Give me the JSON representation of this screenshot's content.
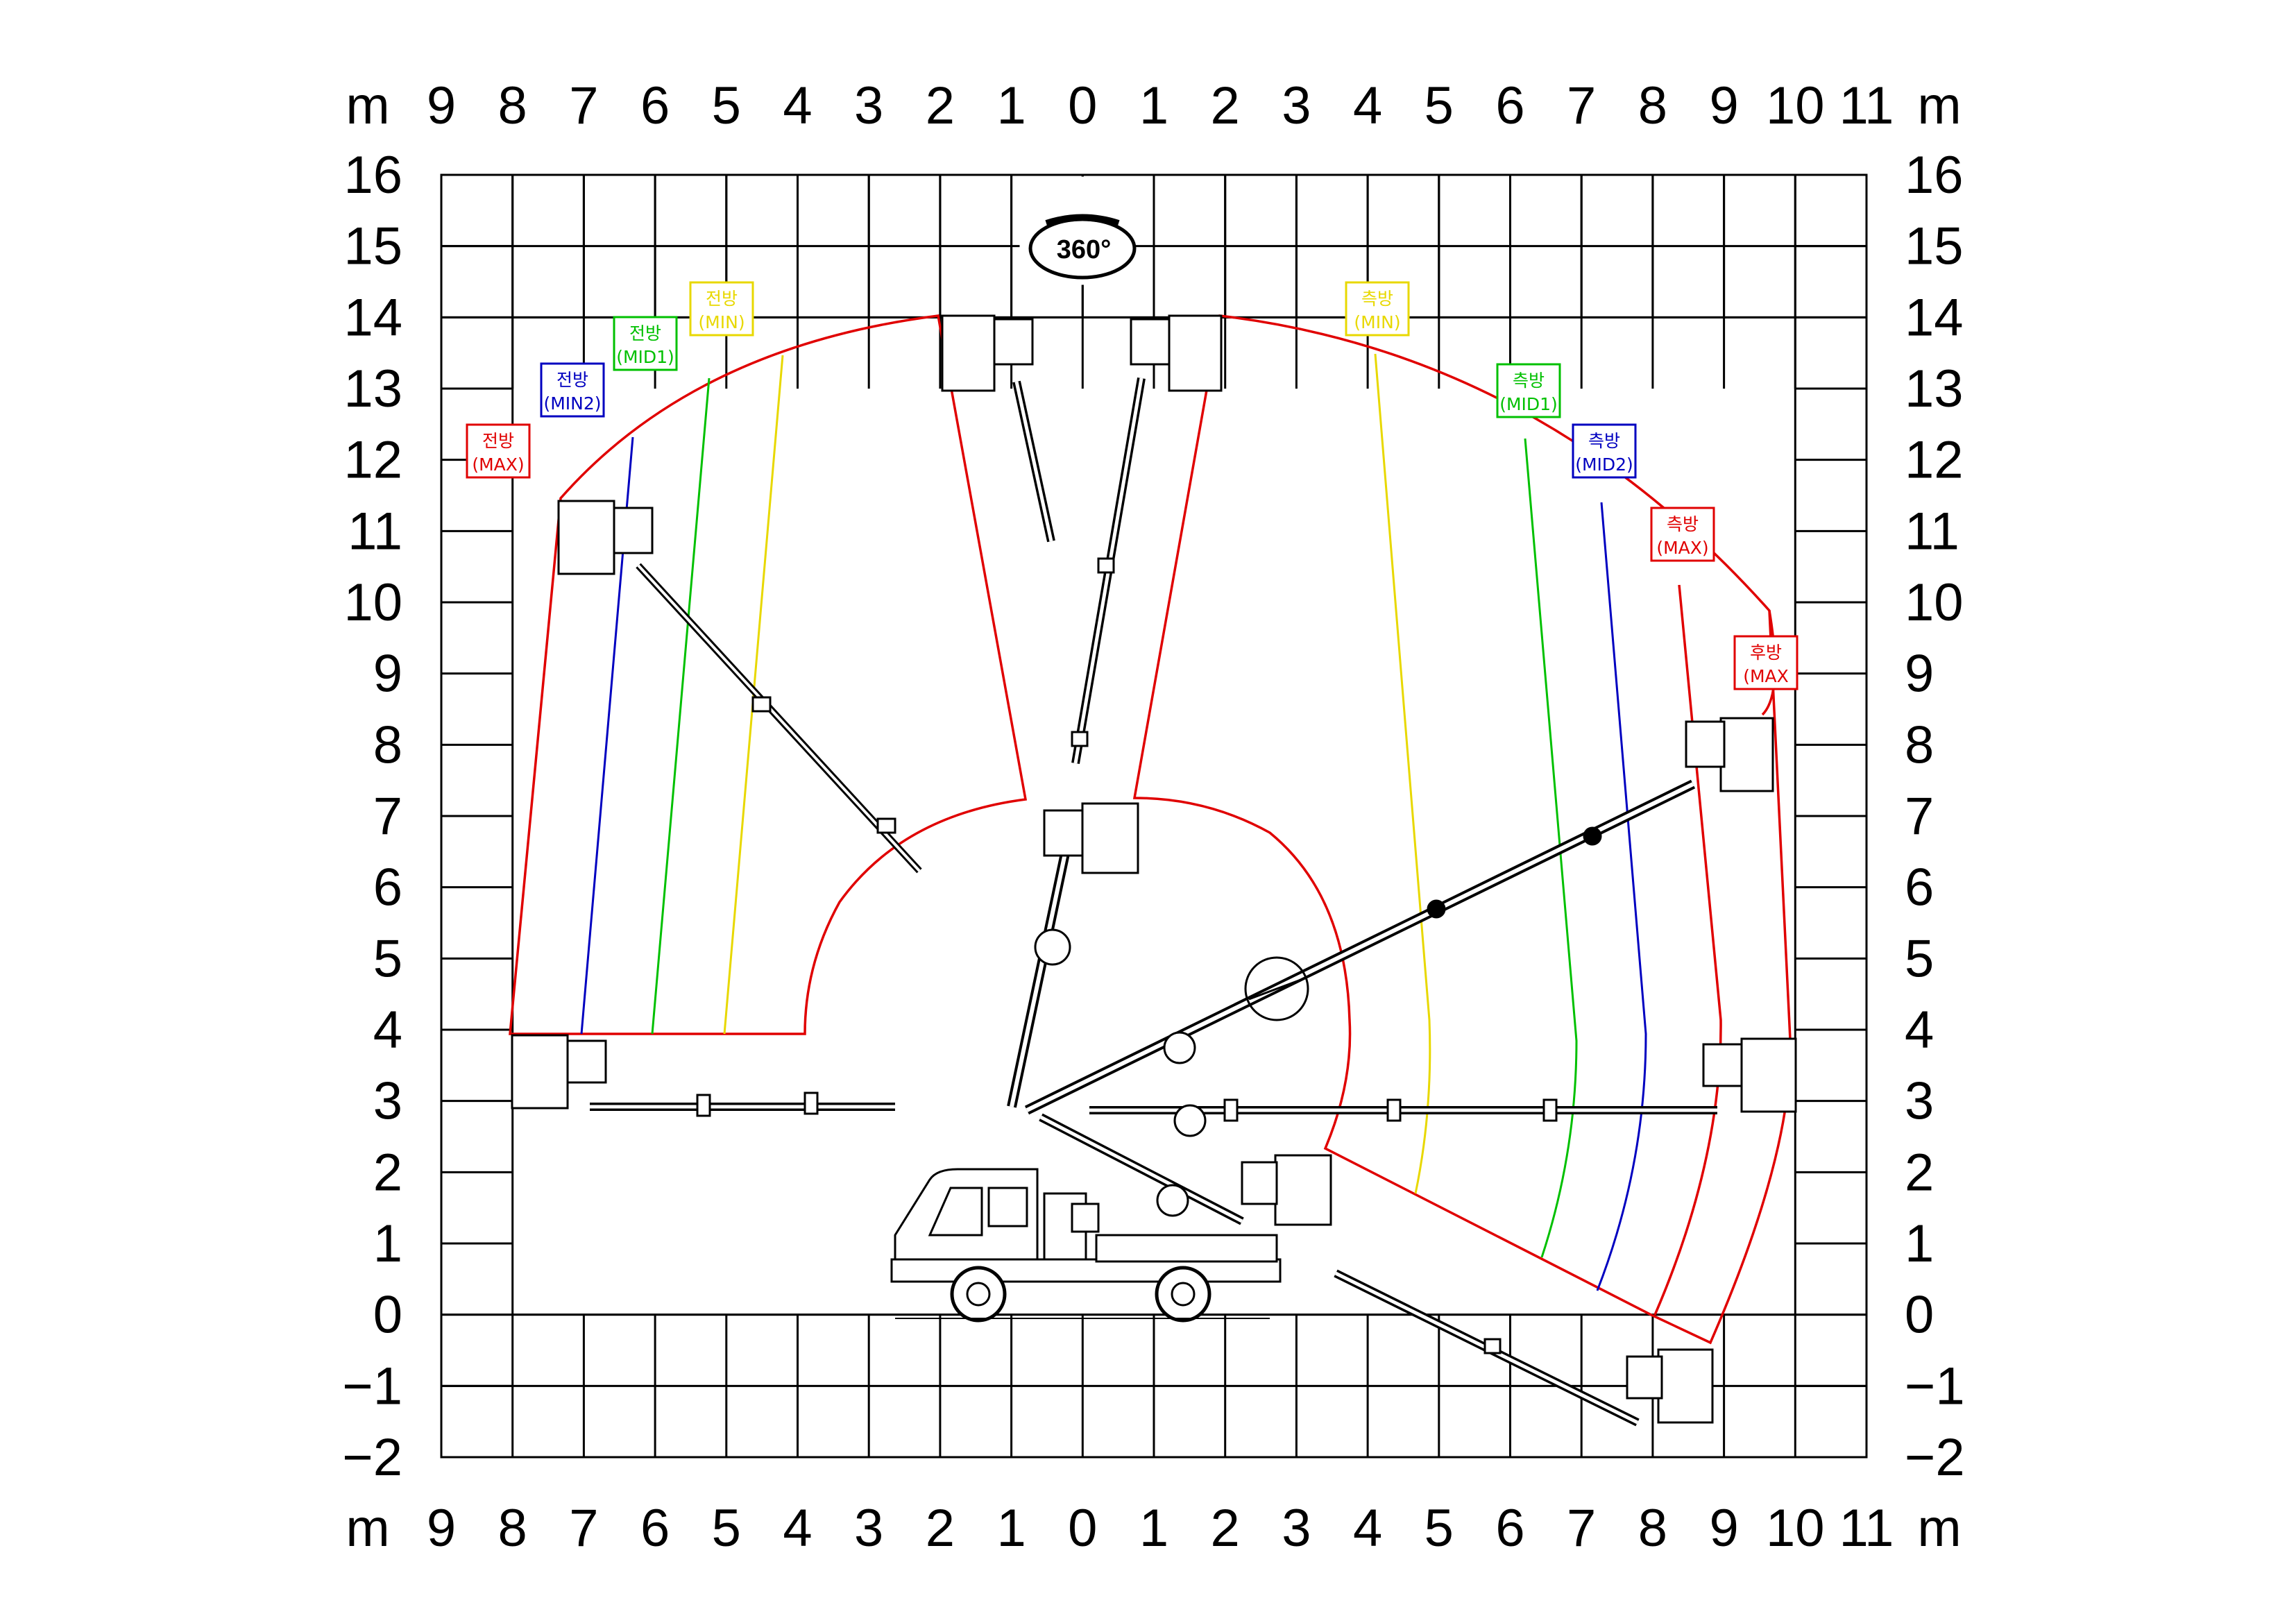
{
  "axes": {
    "unit": "m",
    "top_labels": [
      "9",
      "8",
      "7",
      "6",
      "5",
      "4",
      "3",
      "2",
      "1",
      "0",
      "1",
      "2",
      "3",
      "4",
      "5",
      "6",
      "7",
      "8",
      "9",
      "10",
      "11"
    ],
    "bottom_labels": [
      "9",
      "8",
      "7",
      "6",
      "5",
      "4",
      "3",
      "2",
      "1",
      "0",
      "1",
      "2",
      "3",
      "4",
      "5",
      "6",
      "7",
      "8",
      "9",
      "10",
      "11"
    ],
    "left_labels": [
      "16",
      "15",
      "14",
      "13",
      "12",
      "11",
      "10",
      "9",
      "8",
      "7",
      "6",
      "5",
      "4",
      "3",
      "2",
      "1",
      "0",
      "−1",
      "−2"
    ],
    "right_labels": [
      "16",
      "15",
      "14",
      "13",
      "12",
      "11",
      "10",
      "9",
      "8",
      "7",
      "6",
      "5",
      "4",
      "3",
      "2",
      "1",
      "0",
      "−1",
      "−2"
    ]
  },
  "rotation_badge": "360°",
  "colors": {
    "max": "#e00000",
    "mid2": "#0000c0",
    "mid1": "#00c000",
    "min": "#e8d800",
    "drawing": "#000000"
  },
  "zone_labels": {
    "front_max": {
      "line1": "전방",
      "line2": "(MAX)"
    },
    "front_min2": {
      "line1": "전방",
      "line2": "(MIN2)"
    },
    "front_mid1": {
      "line1": "전방",
      "line2": "(MID1)"
    },
    "front_min": {
      "line1": "전방",
      "line2": "(MIN)"
    },
    "side_min": {
      "line1": "측방",
      "line2": "(MIN)"
    },
    "side_mid1": {
      "line1": "측방",
      "line2": "(MID1)"
    },
    "side_mid2": {
      "line1": "측방",
      "line2": "(MID2)"
    },
    "side_max": {
      "line1": "측방",
      "line2": "(MAX)"
    },
    "rear_max": {
      "line1": "후방",
      "line2": "(MAX"
    }
  }
}
